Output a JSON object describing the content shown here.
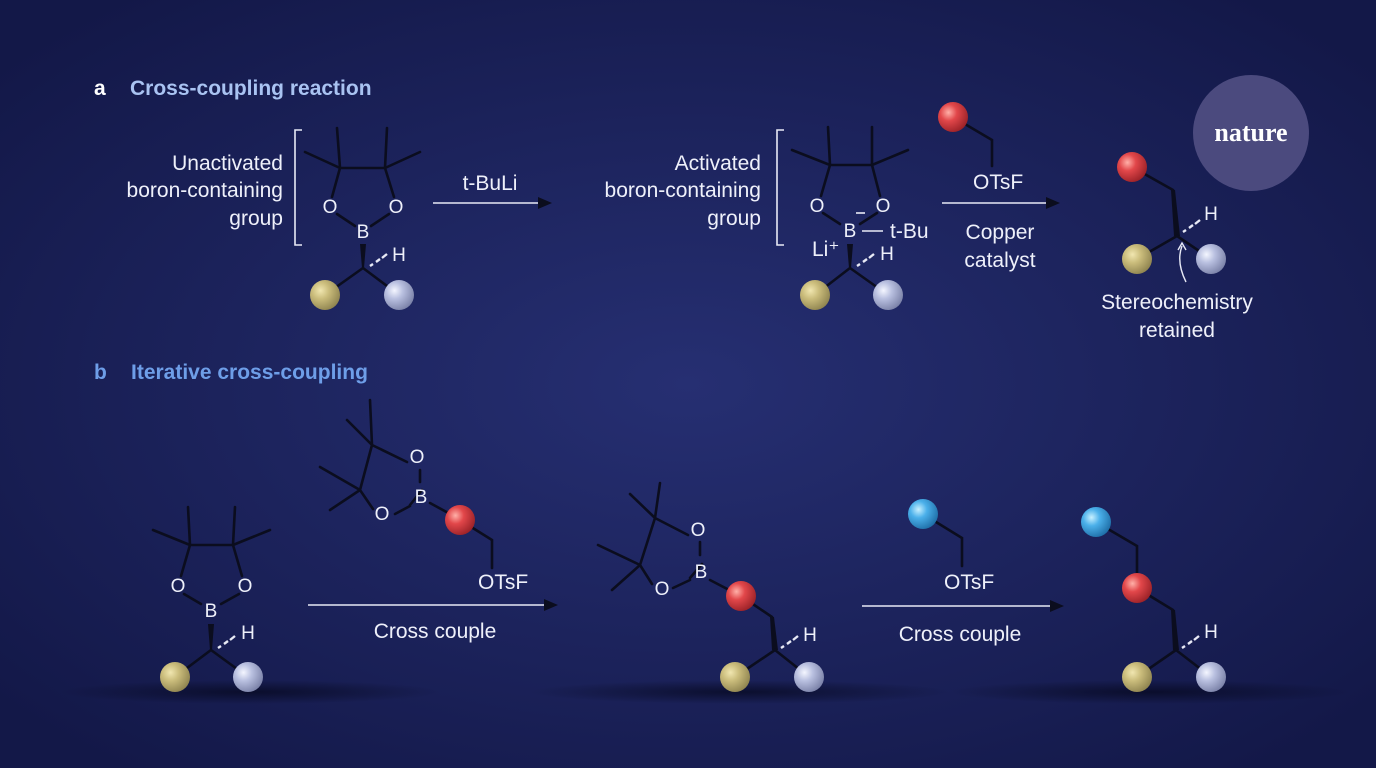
{
  "logo": {
    "text": "nature"
  },
  "panel_a": {
    "letter": "a",
    "title": "Cross-coupling reaction",
    "left_label": [
      "Unactivated",
      "boron-containing",
      "group"
    ],
    "reagent1": "t-BuLi",
    "mid_label": [
      "Activated",
      "boron-containing",
      "group"
    ],
    "tbu": "t-Bu",
    "li": "Li⁺",
    "reagent2": "OTsF",
    "catalyst": [
      "Copper",
      "catalyst"
    ],
    "note": [
      "Stereochemistry",
      "retained"
    ]
  },
  "panel_b": {
    "letter": "b",
    "title": "Iterative cross-coupling",
    "step1_reagent": "OTsF",
    "step1_label": "Cross couple",
    "step2_reagent": "OTsF",
    "step2_label": "Cross couple"
  },
  "atoms": {
    "O": "O",
    "B": "B",
    "H": "H"
  },
  "colors": {
    "background": "#161c4e",
    "title_a": "#a9c3f2",
    "title_b": "#6e9ee8",
    "yellow": "#cbbd7c",
    "lavender": "#b9c0e0",
    "red": "#e2474a",
    "blue": "#4bb0ea",
    "logo": "#4b4a7e"
  }
}
